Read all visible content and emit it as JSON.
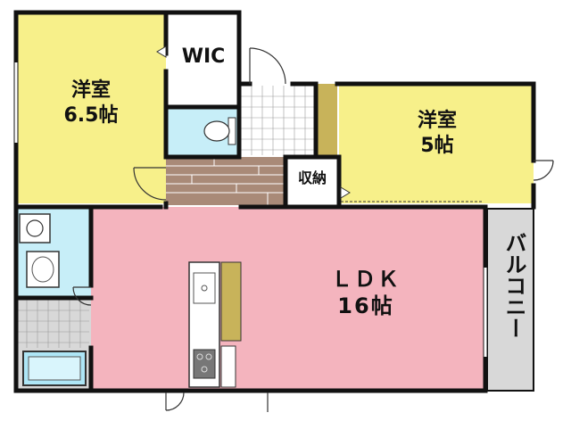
{
  "colors": {
    "yellow": "#f7f08a",
    "pink": "#f4b4be",
    "light_blue": "#c7eef8",
    "gray": "#d8d8d8",
    "wood": "#a98a78",
    "olive": "#c8b35a",
    "wall": "#111111"
  },
  "rooms": {
    "bedroom_left": {
      "name": "洋室",
      "size": "6.5帖"
    },
    "wic": {
      "name": "WIC"
    },
    "bedroom_right": {
      "name": "洋室",
      "size": "5帖"
    },
    "storage": {
      "name": "収納"
    },
    "ldk": {
      "name": "ＬＤＫ",
      "size": "16帖"
    },
    "balcony": {
      "name": "バルコニー"
    }
  }
}
